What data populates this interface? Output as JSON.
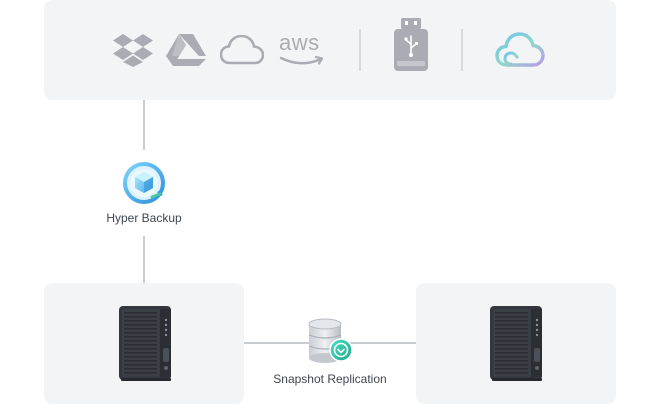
{
  "destinations": {
    "icons": [
      "dropbox-icon",
      "google-drive-icon",
      "cloud-icon",
      "aws-icon",
      "usb-drive-icon",
      "synology-c2-cloud-icon"
    ],
    "aws_text": "aws"
  },
  "hyper_backup": {
    "label": "Hyper Backup",
    "icon": "hyper-backup-icon"
  },
  "snapshot_replication": {
    "label": "Snapshot Replication",
    "icon": "snapshot-replication-icon"
  },
  "nas_devices": [
    "nas-left",
    "nas-right"
  ],
  "colors": {
    "panel": "#f3f4f6",
    "line": "#c9ccd1",
    "icon_gray": "#a9adb3",
    "nas_body": "#33373d"
  }
}
